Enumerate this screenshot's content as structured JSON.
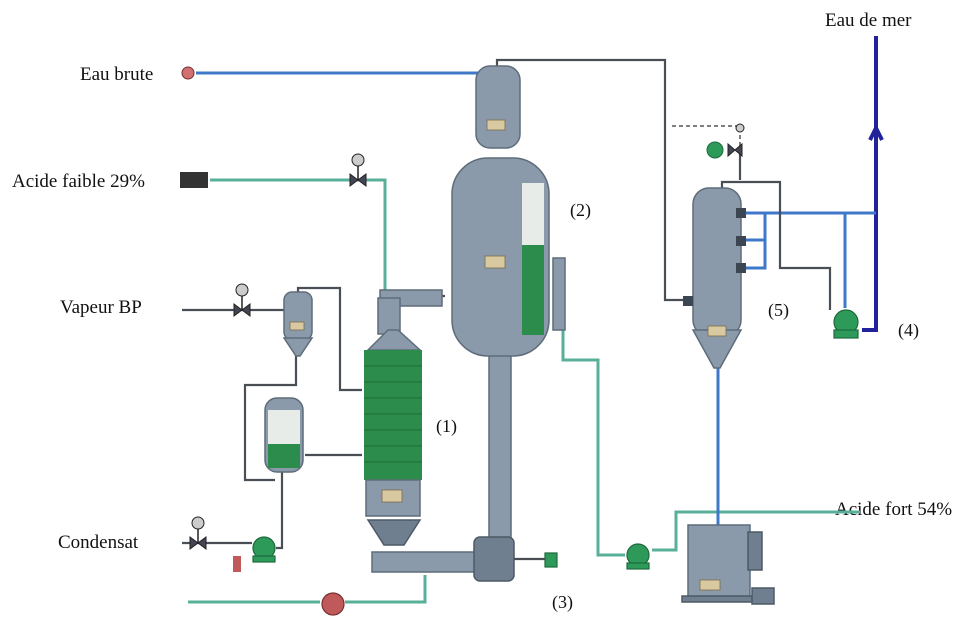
{
  "labels": {
    "eau_brute": "Eau brute",
    "acide_faible": "Acide faible 29%",
    "vapeur_bp": "Vapeur BP",
    "condensat": "Condensat",
    "eau_de_mer": "Eau de mer",
    "acide_fort": "Acide fort 54%"
  },
  "equipment_numbers": {
    "exchanger": "(1)",
    "evaporator": "(2)",
    "pump_circulation": "(3)",
    "pump_seawater": "(4)",
    "condenser": "(5)"
  },
  "colors": {
    "vessel": "#8a9aab",
    "liquid_green": "#2c8c4c",
    "water_pipe": "#3f78c8",
    "seawater_pipe": "#22229a",
    "acid_pipe": "#58b09a",
    "steam_pipe": "#4a4f55"
  }
}
